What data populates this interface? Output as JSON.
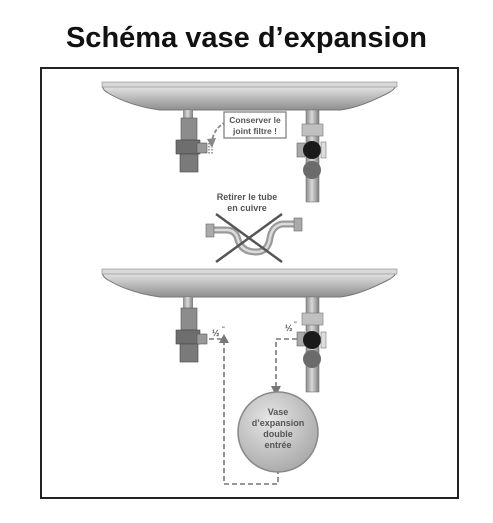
{
  "title": "Schéma vase d’expansion",
  "labels": {
    "keep_filter_line1": "Conserver le",
    "keep_filter_line2": "joint filtre !",
    "remove_tube_line1": "Retirer le tube",
    "remove_tube_line2": "en cuivre",
    "half_left": "½",
    "half_right": "½",
    "inch_mark": "\"",
    "vessel_line1": "Vase",
    "vessel_line2": "d’expansion",
    "vessel_line3": "double",
    "vessel_line4": "entrée"
  },
  "colors": {
    "pipe": "#b3b3b3",
    "pipe_dark": "#7a7a7a",
    "valve_black": "#1a1a1a",
    "valve_grey": "#6b6b6b",
    "dashed": "#777777"
  }
}
